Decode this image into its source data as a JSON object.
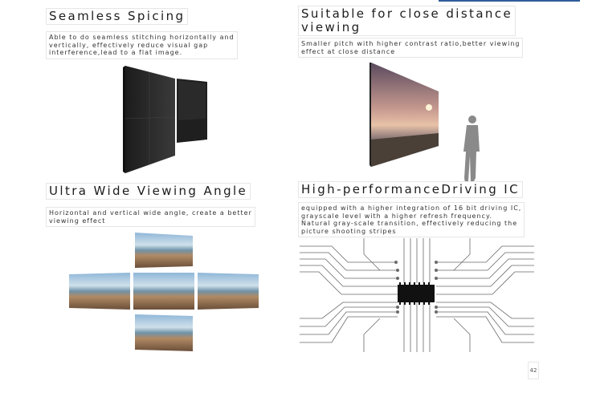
{
  "sections": [
    {
      "title": "Seamless Spicing",
      "description": [
        "Able to do seamless stitching horizontally and",
        "vertically, effectively reduce visual gap",
        "interference,lead to a flat image."
      ]
    },
    {
      "title_lines": [
        "Suitable for close distance",
        "viewing"
      ],
      "description": [
        "Smaller pitch with higher contrast ratio,better viewing",
        " effect at close distance"
      ]
    },
    {
      "title": "Ultra Wide Viewing Angle",
      "description": [
        "Horizontal and vertical wide angle, create a better",
        " viewing effect"
      ]
    },
    {
      "title": "High-performanceDriving IC",
      "description": [
        "equipped with a higher integration of 16 bit driving IC,",
        " grayscale level with a higher refresh frequency.",
        "Natural gray-scale transition, effectively reducing the",
        "picture shooting stripes"
      ]
    }
  ],
  "page_number": "42",
  "colors": {
    "accent_line": "#2f5d9a",
    "panel_dark": "#2b2b2b",
    "chip": "#111111"
  }
}
